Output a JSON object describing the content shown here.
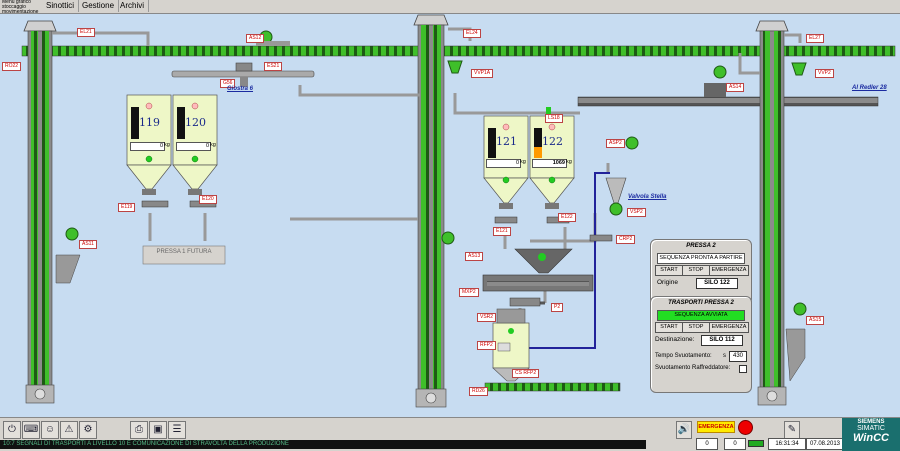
{
  "menu": {
    "brand": "Menù grafico stoccaggio movimentazione",
    "items": [
      "Sinottici",
      "Gestione",
      "Archivi"
    ]
  },
  "tags": {
    "el21": "EL21",
    "el24": "EL24",
    "el27": "EL27",
    "as12": "AS12",
    "es21": "ES21",
    "g56": "G56",
    "vvp1a": "VVP1A",
    "vvp2": "VVP2",
    "as14": "AS14",
    "as11": "AS11",
    "as13": "AS13",
    "as15": "AS15",
    "as2": "ASP2",
    "vsp2": "VSP2",
    "crp2": "CRP2",
    "e119": "E119",
    "e120": "E120",
    "e121": "E121",
    "e122": "E122",
    "mxp2": "MXP2",
    "p2": "P2",
    "vsr2": "VSR2",
    "rfp2": "RFP2",
    "rd26": "RD26",
    "ro22": "RO22",
    "ls18": "LS18",
    "cs_rfp2": "CS RFP2"
  },
  "links": {
    "giostra": "Giostra 6",
    "al_redler": "Al Redler 28",
    "valvola_stella": "Valvola Stella"
  },
  "silos": {
    "s119": {
      "number": "119",
      "weight": "0",
      "unit": "kg"
    },
    "s120": {
      "number": "120",
      "weight": "0",
      "unit": "kg"
    },
    "s121": {
      "number": "121",
      "weight": "0",
      "unit": "kg"
    },
    "s122": {
      "number": "122",
      "weight": "1069",
      "unit": "kg"
    }
  },
  "press_future": "PRESSA 1 FUTURA",
  "panel_pressa": {
    "title": "PRESSA 2",
    "status": "SEQUENZA PRONTA A PARTIRE",
    "status_color": "#ffffff",
    "buttons": [
      "START",
      "STOP",
      "EMERGENZA"
    ],
    "origin_label": "Origine",
    "origin_value": "SILO 122"
  },
  "panel_trasporti": {
    "title": "TRASPORTI PRESSA 2",
    "status": "SEQUENZA AVVIATA",
    "status_color": "#22dd22",
    "buttons": [
      "START",
      "STOP",
      "EMERGENZA"
    ],
    "dest_label": "Destinazione:",
    "dest_value": "SILO 112",
    "tempo_label": "Tempo Svuotamento:",
    "tempo_unit": "s",
    "tempo_value": "430",
    "raffreddatore_label": "Svuotamento Raffreddatore:"
  },
  "taskbar": {
    "status_text": "10:7 SEGNALI DI TRASPORTI A LIVELLO 10 E COMUNICAZIONE DI STRAVOLTA DELLA PRODUZIONE",
    "emergency": "EMERGENZA",
    "counter1": "0",
    "counter2": "0",
    "time": "16:31:34",
    "date": "07.08.2013",
    "brand1": "SIEMENS",
    "brand2": "SIMATIC",
    "brand3": "WinCC"
  },
  "colors": {
    "background": "#c7dcf1",
    "elevator_green": "#3fbf2a",
    "silo_fill": "#eef7c7",
    "tag_red": "#c00000",
    "status_green": "#22dd22"
  }
}
